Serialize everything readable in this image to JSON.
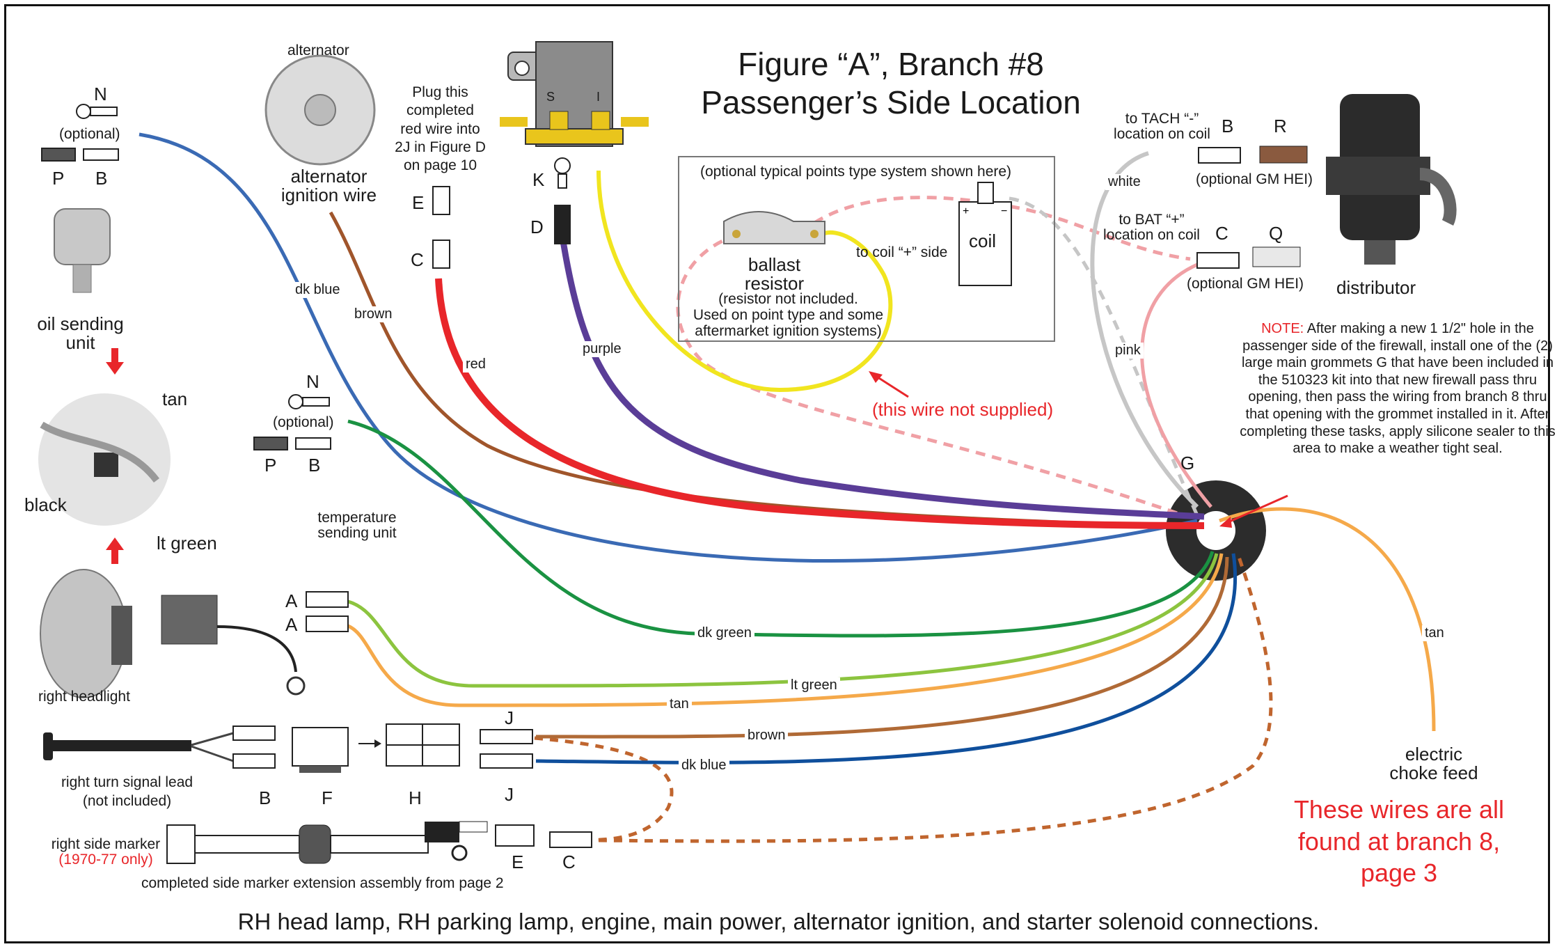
{
  "title": {
    "line1": "Figure “A”, Branch #8",
    "line2": "Passenger’s Side Location"
  },
  "caption": "RH head lamp, RH parking lamp, engine, main power, alternator ignition, and starter solenoid connections.",
  "components": {
    "alternator_small": "alternator",
    "alternator_ignition_wire": [
      "alternator",
      "ignition wire"
    ],
    "plug_note": [
      "Plug this",
      "completed",
      "red wire into",
      "2J in Figure D",
      "on page 10"
    ],
    "oil_sending_unit": [
      "oil sending",
      "unit"
    ],
    "temperature_sending_unit": [
      "temperature",
      "sending unit"
    ],
    "right_headlight": "right headlight",
    "right_turn_signal_lead": [
      "right turn signal lead",
      "(not included)"
    ],
    "right_side_marker": "right side marker",
    "right_side_marker_years": "(1970-77 only)",
    "side_marker_extension": "completed side marker extension assembly from page 2",
    "distributor": "distributor",
    "electric_choke_feed": [
      "electric",
      "choke feed"
    ],
    "solenoid_terminals": [
      "S",
      "I"
    ],
    "grommet": "G",
    "tan_label": "tan",
    "black_label": "black",
    "lt_green_label": "lt green"
  },
  "connector_labels": {
    "N_top": "N",
    "optional_top": "(optional)",
    "P_top": "P",
    "B_top": "B",
    "N_mid": "N",
    "optional_mid": "(optional)",
    "P_mid": "P",
    "B_mid": "B",
    "E_top": "E",
    "C_top": "C",
    "K": "K",
    "D": "D",
    "A1": "A",
    "A2": "A",
    "J1": "J",
    "J2": "J",
    "B_bottom": "B",
    "F": "F",
    "H": "H",
    "E_bottom": "E",
    "C_bottom": "C",
    "B_dist": "B",
    "R": "R",
    "C_dist": "C",
    "Q": "Q"
  },
  "distributor_notes": {
    "tach": [
      "to TACH “-”",
      "location on coil"
    ],
    "bat": [
      "to BAT “+”",
      "location on coil"
    ],
    "optional_hei_1": "(optional GM HEI)",
    "optional_hei_2": "(optional GM HEI)"
  },
  "points_box": {
    "heading": "(optional typical points type system shown here)",
    "ballast": [
      "ballast",
      "resistor"
    ],
    "ballast_note": [
      "(resistor not included.",
      "Used on point type and some",
      "aftermarket ignition systems)"
    ],
    "coil": "coil",
    "to_coil": "to coil “+” side"
  },
  "not_supplied": "(this wire not supplied)",
  "note": {
    "prefix": "NOTE:",
    "text": "After making a new 1 1/2\" hole in the passenger side of the firewall, install one of the (2) large main grommets G that have been included in the 510323 kit into that new firewall pass thru opening, then pass the wiring from branch 8 thru that opening with the grommet installed in it. After completing these tasks, apply silicone sealer to this area to make a weather tight seal."
  },
  "found_note": "These wires are all found at branch 8, page 3",
  "wires": [
    {
      "id": "dk-blue-top",
      "label": "dk blue",
      "color": "#3a6ab4"
    },
    {
      "id": "brown-top",
      "label": "brown",
      "color": "#a0552b"
    },
    {
      "id": "red",
      "label": "red",
      "color": "#e8262a"
    },
    {
      "id": "purple",
      "label": "purple",
      "color": "#5a3d97"
    },
    {
      "id": "yellow",
      "label": "",
      "color": "#f1e51f"
    },
    {
      "id": "white",
      "label": "white",
      "color": "#c6c6c6"
    },
    {
      "id": "pink",
      "label": "pink",
      "color": "#f0a0a5"
    },
    {
      "id": "dk-green",
      "label": "dk green",
      "color": "#1a9242"
    },
    {
      "id": "lt-green",
      "label": "lt green",
      "color": "#8cc43f"
    },
    {
      "id": "tan",
      "label": "tan",
      "color": "#f5a94a"
    },
    {
      "id": "brown-bottom",
      "label": "brown",
      "color": "#b06a36"
    },
    {
      "id": "dk-blue-bottom",
      "label": "dk blue",
      "color": "#0f4f9c"
    },
    {
      "id": "tan-choke",
      "label": "tan",
      "color": "#f5a94a"
    }
  ]
}
